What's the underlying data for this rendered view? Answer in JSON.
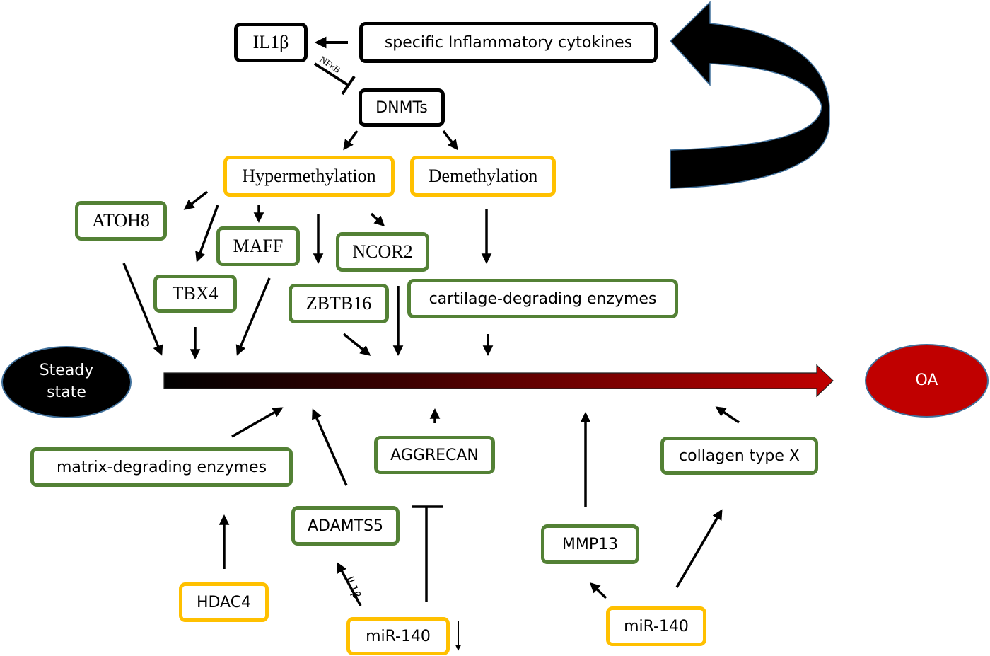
{
  "diagram": {
    "colors": {
      "top_node_border": "#000000",
      "gene_node_border": "#538135",
      "process_node_border": "#ffc000",
      "steady_state_fill": "#000000",
      "oa_fill": "#c00000",
      "progression_gradient_start": "#000000",
      "progression_gradient_end": "#c00000"
    },
    "nodes": {
      "il1b": "IL1β",
      "cytokines": "specific Inflammatory cytokines",
      "dnmts": "DNMTs",
      "hypermethylation": "Hypermethylation",
      "demethylation": "Demethylation",
      "atoh8": "ATOH8",
      "maff": "MAFF",
      "ncor2": "NCOR2",
      "tbx4": "TBX4",
      "zbtb16": "ZBTB16",
      "cartilage_enzymes": "cartilage-degrading enzymes",
      "steady_state_line1": "Steady",
      "steady_state_line2": "state",
      "oa": "OA",
      "matrix_enzymes": "matrix-degrading enzymes",
      "aggrecan": "AGGRECAN",
      "collagen_x": "collagen type X",
      "adamts5": "ADAMTS5",
      "mmp13": "MMP13",
      "hdac4": "HDAC4",
      "mir140_left": "miR-140",
      "mir140_right": "miR-140"
    },
    "edge_labels": {
      "nfkb": "NFκB",
      "il1b_edge": "IL1β",
      "mir140_down": "↓"
    }
  }
}
